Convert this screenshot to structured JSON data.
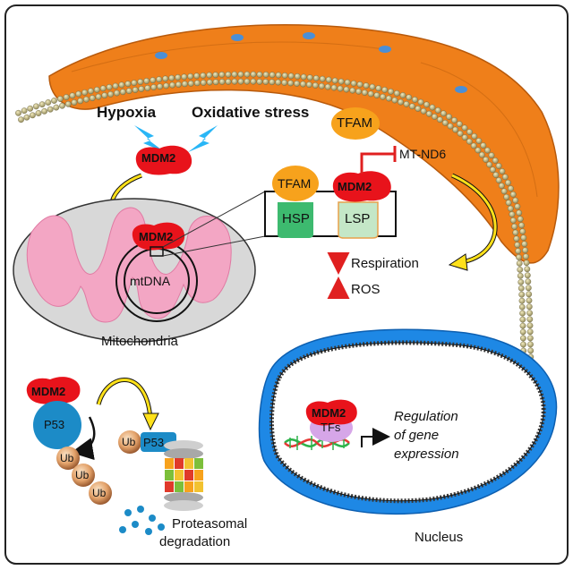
{
  "stimuli": {
    "hypoxia": "Hypoxia",
    "oxidative_stress": "Oxidative stress"
  },
  "proteins": {
    "mdm2": "MDM2",
    "tfam": "TFAM",
    "p53": "P53",
    "ub": "Ub",
    "tfs": "TFs"
  },
  "promoters": {
    "hsp": "HSP",
    "lsp": "LSP"
  },
  "genes": {
    "mt_nd6": "MT-ND6"
  },
  "organelles": {
    "mitochondria": "Mitochondria",
    "mtdna": "mtDNA",
    "nucleus": "Nucleus"
  },
  "effects": {
    "respiration": "Respiration",
    "ros": "ROS"
  },
  "processes": {
    "proteasomal_line1": "Proteasomal",
    "proteasomal_line2": "degradation",
    "regulation_line1": "Regulation",
    "regulation_line2": "of gene",
    "regulation_line3": "expression"
  },
  "colors": {
    "mdm2_red": "#e8131b",
    "tfam_orange": "#f7a21c",
    "hsp_green": "#3dba6f",
    "lsp_green": "#c4e7c7",
    "p53_blue": "#1c8bc7",
    "cell_membrane": "#ef7f1a",
    "nuclear_envelope": "#1e88e5",
    "inhibit_red": "#e02020",
    "yellow_arrow": "#ffe11a",
    "lightning": "#29b6f6"
  }
}
